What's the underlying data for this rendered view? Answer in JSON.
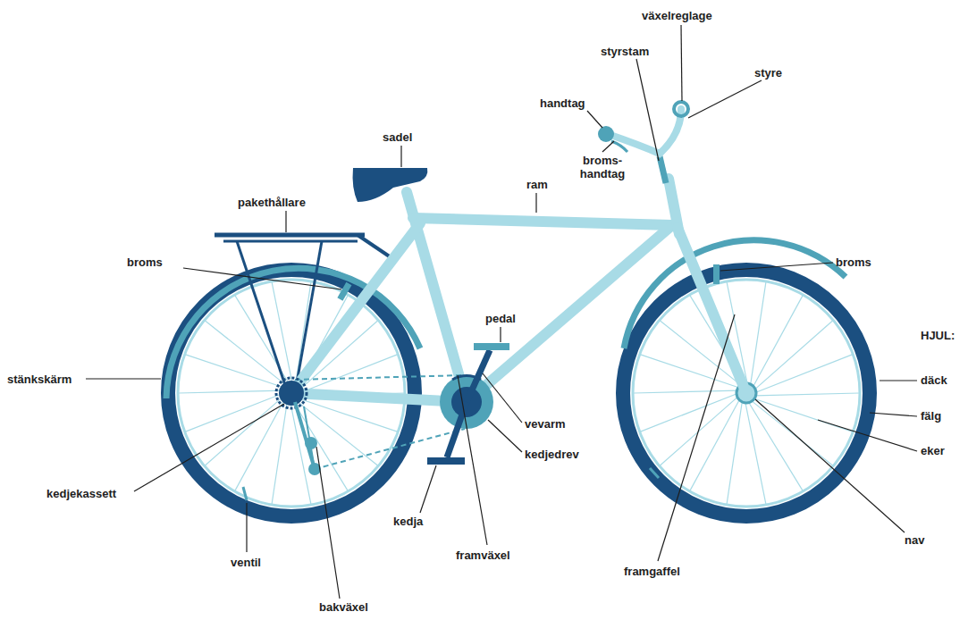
{
  "diagram": {
    "labels": [
      "växelreglage",
      "styrstam",
      "styre",
      "handtag",
      "broms- handtag",
      "sadel",
      "ram",
      "pakethållare",
      "broms",
      "broms",
      "HJUL:",
      "däck",
      "fälg",
      "eker",
      "nav",
      "pedal",
      "vevarm",
      "kedjedrev",
      "stänkskärm",
      "kedjekassett",
      "kedja",
      "framväxel",
      "ventil",
      "bakväxel",
      "framgaffel"
    ]
  }
}
